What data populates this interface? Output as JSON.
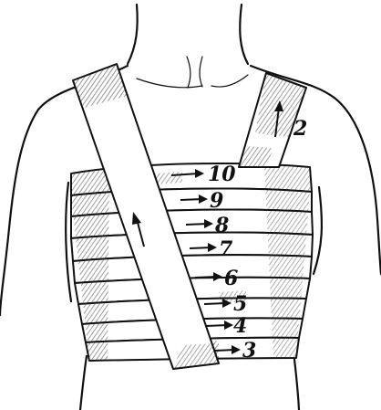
{
  "figure": {
    "labels": [
      "2",
      "3",
      "4",
      "5",
      "6",
      "7",
      "8",
      "9",
      "10"
    ]
  }
}
